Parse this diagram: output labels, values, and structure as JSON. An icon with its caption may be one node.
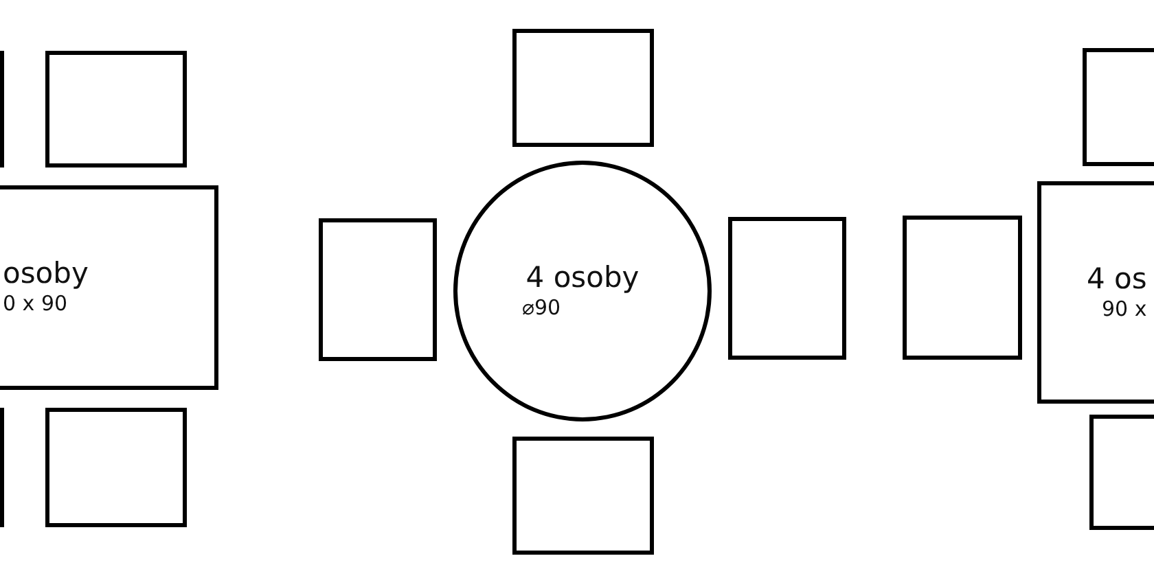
{
  "diagram": {
    "nodes": [
      {
        "text": [],
        "shape": "box"
      },
      {
        "text": [],
        "shape": "box"
      },
      {
        "text": [
          "osoby",
          "0 x 90"
        ]
      },
      {
        "text": [],
        "shape": "box"
      },
      {
        "text": [],
        "shape": "box"
      },
      {
        "text": [],
        "shape": "box"
      },
      {
        "text": [],
        "shape": "box"
      },
      {
        "text": [
          "4 osoby",
          "⌀90"
        ]
      },
      {
        "text": [],
        "shape": "box"
      },
      {
        "text": [],
        "shape": "box"
      },
      {
        "text": [],
        "shape": "box"
      },
      {
        "text": [],
        "shape": "box"
      },
      {
        "text": [
          "4 os",
          "90 x"
        ]
      },
      {
        "text": [],
        "shape": "box"
      }
    ]
  }
}
